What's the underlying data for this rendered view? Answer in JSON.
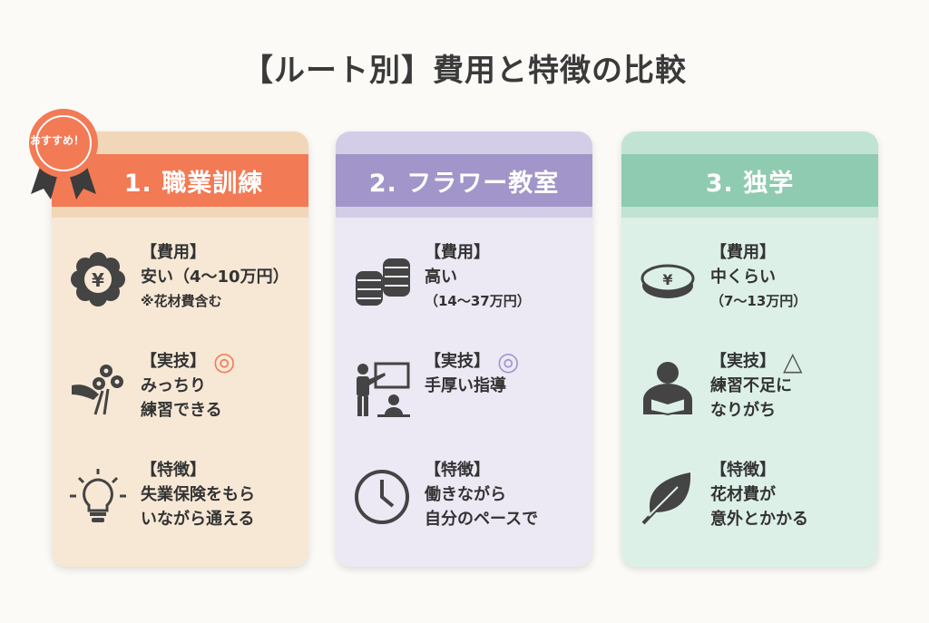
{
  "title": "【ルート別】費用と特徴の比較",
  "badge": "おすすめ！",
  "colors": {
    "card1": "#f27a55",
    "card2": "#a195c9",
    "card3": "#8ecbb0"
  },
  "cards": [
    {
      "title": "1. 職業訓練",
      "items": [
        {
          "icon": "yen-flower-icon",
          "label": "【費用】",
          "lines": [
            "安い（4〜10万円）",
            "※花材費含む"
          ]
        },
        {
          "icon": "bouquet-icon",
          "label": "【実技】",
          "mark": "◎",
          "lines": [
            "みっちり",
            "練習できる"
          ]
        },
        {
          "icon": "lightbulb-icon",
          "label": "【特徴】",
          "lines": [
            "失業保険をもら",
            "いながら通える"
          ]
        }
      ]
    },
    {
      "title": "2. フラワー教室",
      "items": [
        {
          "icon": "coins-stack-icon",
          "label": "【費用】",
          "lines": [
            "高い",
            "（14〜37万円）"
          ]
        },
        {
          "icon": "teacher-icon",
          "label": "【実技】",
          "mark": "◎",
          "lines": [
            "手厚い指導"
          ]
        },
        {
          "icon": "clock-icon",
          "label": "【特徴】",
          "lines": [
            "働きながら",
            "自分のペースで"
          ]
        }
      ]
    },
    {
      "title": "3. 独学",
      "items": [
        {
          "icon": "yen-coin-icon",
          "label": "【費用】",
          "lines": [
            "中くらい",
            "（7〜13万円）"
          ]
        },
        {
          "icon": "reader-icon",
          "label": "【実技】",
          "mark": "△",
          "lines": [
            "練習不足に",
            "なりがち"
          ]
        },
        {
          "icon": "leaf-icon",
          "label": "【特徴】",
          "lines": [
            "花材費が",
            "意外とかかる"
          ]
        }
      ]
    }
  ]
}
